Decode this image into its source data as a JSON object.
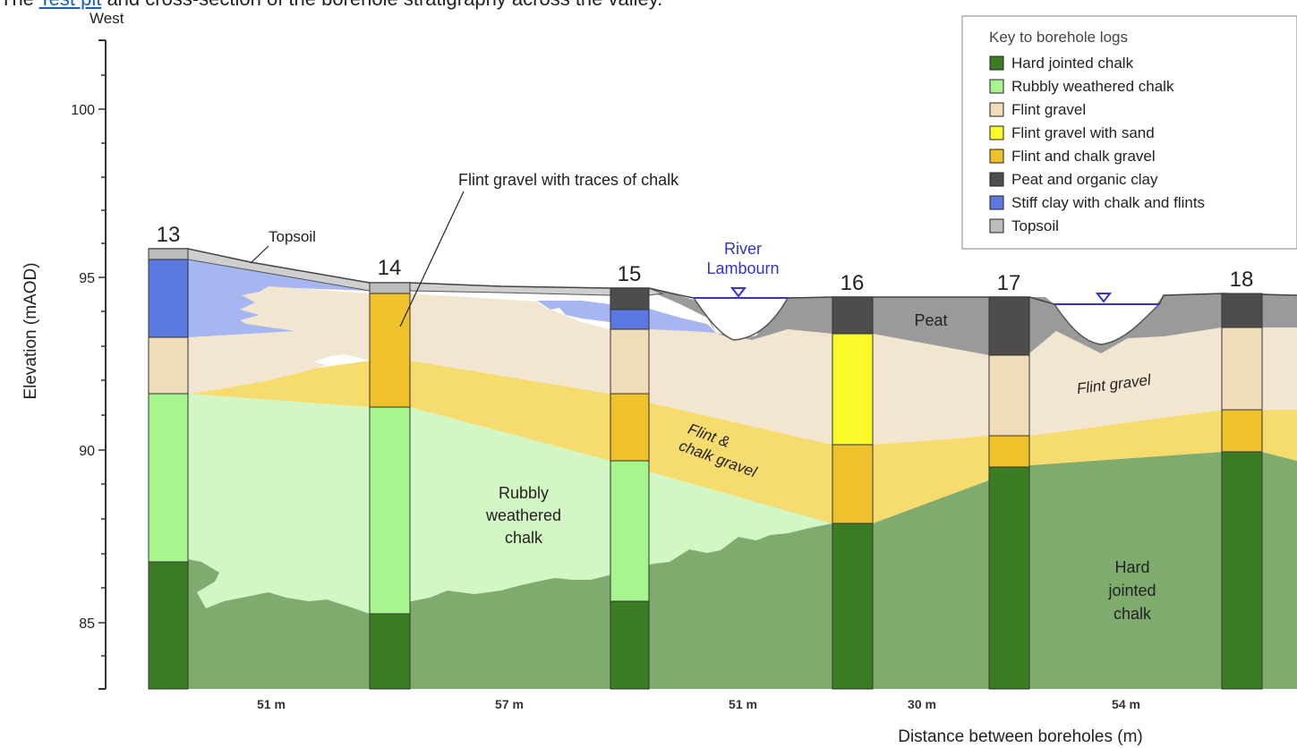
{
  "top_cut_text": {
    "prefix": "The ",
    "link": "Test pit",
    "suffix": " and cross-section of the borehole stratigraphy across the valley."
  },
  "orientation_label": "West",
  "y_axis": {
    "title": "Elevation (mAOD)",
    "ticks": [
      "100",
      "95",
      "90",
      "85"
    ]
  },
  "legend": {
    "title": "Key to borehole logs",
    "items": [
      {
        "label": "Hard jointed chalk",
        "color": "#3a7d23"
      },
      {
        "label": "Rubbly weathered chalk",
        "color": "#a6f58d"
      },
      {
        "label": "Flint gravel",
        "color": "#f0dcb8"
      },
      {
        "label": "Flint gravel with sand",
        "color": "#fafa28"
      },
      {
        "label": "Flint and chalk gravel",
        "color": "#efc22c"
      },
      {
        "label": "Peat and organic clay",
        "color": "#4d4d4d"
      },
      {
        "label": "Stiff clay with chalk and flints",
        "color": "#5a78e0"
      },
      {
        "label": "Topsoil",
        "color": "#bcbcbc"
      }
    ]
  },
  "boreholes": [
    "13",
    "14",
    "15",
    "16",
    "17",
    "18"
  ],
  "annotations": {
    "topsoil": "Topsoil",
    "flint_gravel_traces": "Flint gravel with traces of chalk",
    "river_line1": "River",
    "river_line2": "Lambourn",
    "peat": "Peat",
    "flint_gravel": "Flint gravel",
    "flint_chalk_line1": "Flint &",
    "flint_chalk_line2": "chalk gravel",
    "rubbly_line1": "Rubbly",
    "rubbly_line2": "weathered",
    "rubbly_line3": "chalk",
    "hard_line1": "Hard",
    "hard_line2": "jointed",
    "hard_line3": "chalk"
  },
  "distances": [
    "51 m",
    "57 m",
    "51 m",
    "30 m",
    "54 m"
  ],
  "x_axis_title": "Distance between boreholes (m)",
  "colors": {
    "hard_chalk_field": "#7fac6e",
    "rubbly_field": "#d3f7c4",
    "flint_gravel_field": "#f3e6d0",
    "flint_chalk_field": "#f6dc6e",
    "stiff_clay_field": "#a6b6f0",
    "peat_field": "#9a9a9a",
    "topsoil_field": "#cfcfcf",
    "river_color": "#3333cc"
  }
}
